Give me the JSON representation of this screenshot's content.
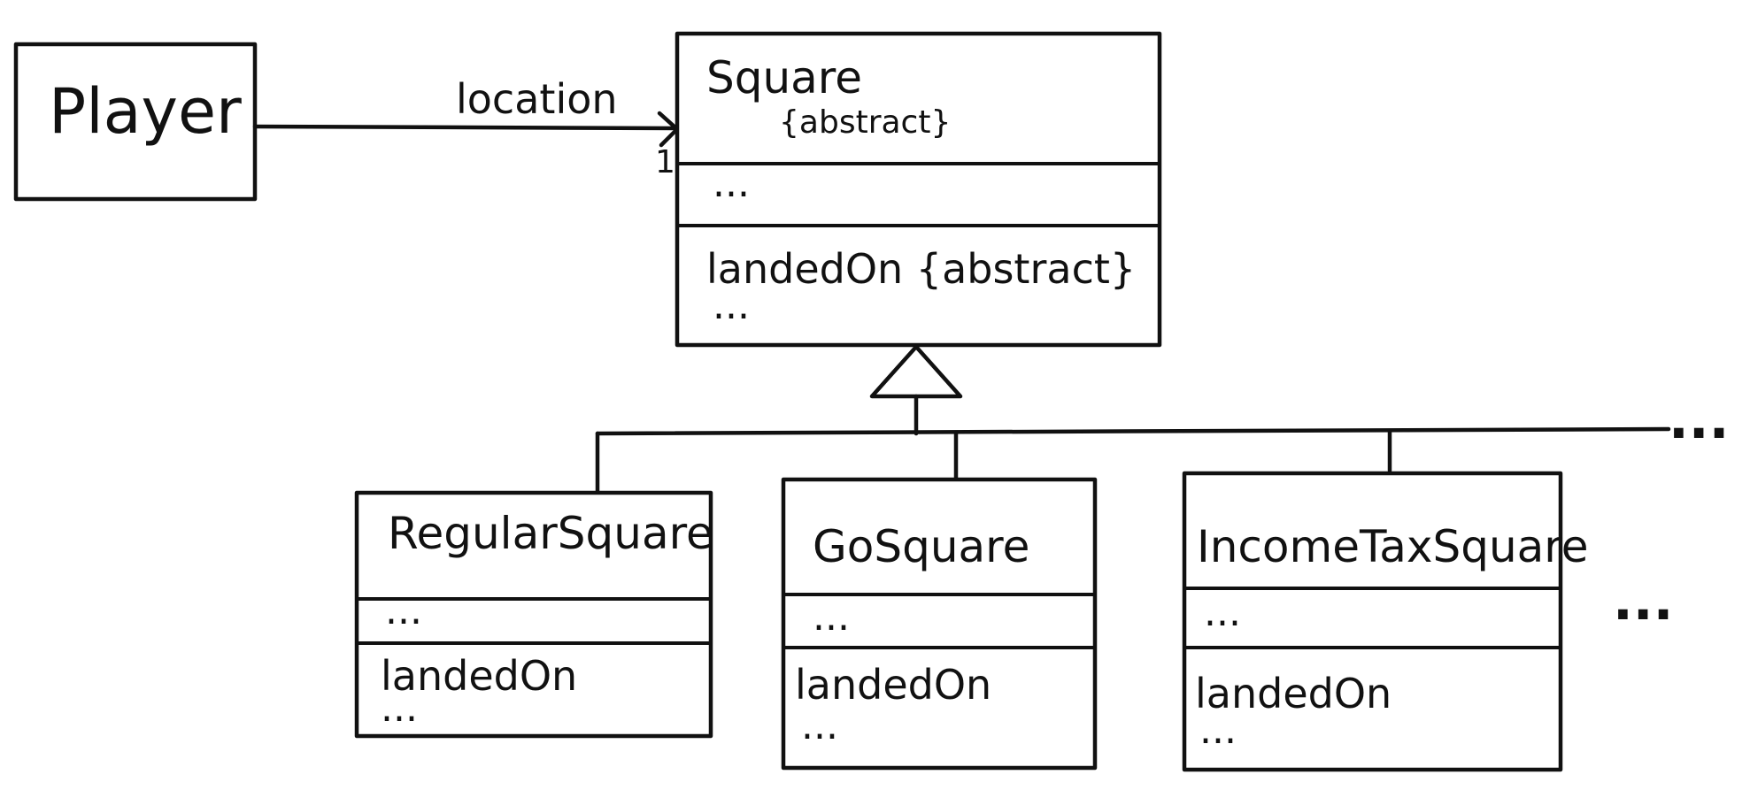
{
  "player": {
    "name": "Player"
  },
  "association": {
    "label": "location",
    "multiplicity": "1"
  },
  "square": {
    "name": "Square",
    "stereotype": "{abstract}",
    "attributes": "...",
    "operation": "landedOn {abstract}",
    "more_operations": "..."
  },
  "subclasses": [
    {
      "name": "RegularSquare",
      "attributes": "...",
      "operation": "landedOn",
      "more_operations": "..."
    },
    {
      "name": "GoSquare",
      "attributes": "...",
      "operation": "landedOn",
      "more_operations": "..."
    },
    {
      "name": "IncomeTaxSquare",
      "attributes": "...",
      "operation": "landedOn",
      "more_operations": "..."
    }
  ],
  "hierarchy_continuation": "...",
  "more_subclasses": "..."
}
